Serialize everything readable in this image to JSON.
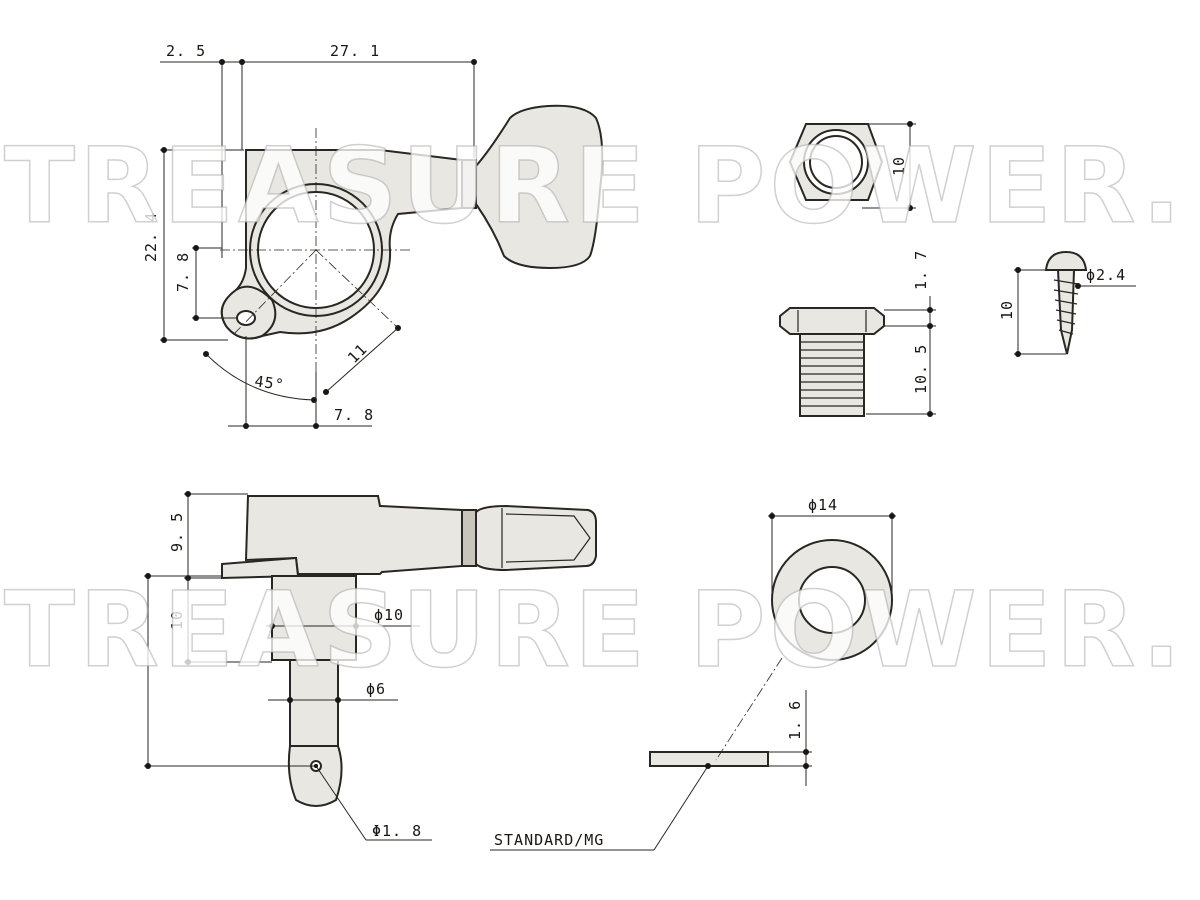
{
  "dimensions": {
    "d_2_5": "2. 5",
    "d_27_1": "27. 1",
    "d_22_4": "22. 4",
    "d_7_8_v": "7. 8",
    "d_11": "11",
    "d_45": "45°",
    "d_7_8_h": "7. 8",
    "d_10_nut": "10",
    "d_1_7": "1. 7",
    "d_10_5": "10. 5",
    "d_10_screw": "10",
    "d_phi_2_4": "ϕ2.4",
    "d_9_5": "9. 5",
    "d_10_post": "10",
    "d_phi_10": "ϕ10",
    "d_phi_6": "ϕ6",
    "d_phi_1_8": "Φ1. 8",
    "d_phi_14": "ϕ14",
    "d_1_6": "1. 6",
    "label_standard": "STANDARD/MG"
  },
  "watermark": {
    "text": "TREASURE POWER."
  }
}
